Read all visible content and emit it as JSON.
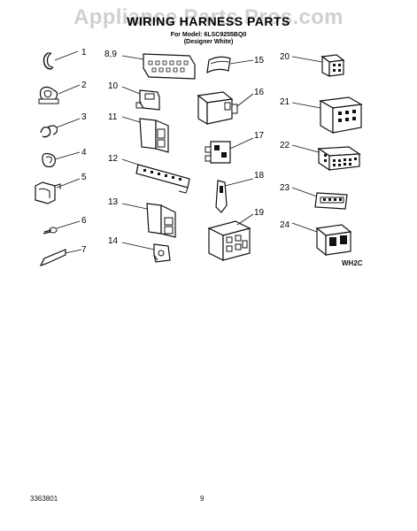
{
  "watermark": "Appliance Parts Pros.com",
  "title": "WIRING HARNESS PARTS",
  "subtitle_model": "For Model: 6LSC9255BQ0",
  "subtitle_color": "(Designer White)",
  "callouts": [
    "1",
    "2",
    "3",
    "4",
    "5",
    "6",
    "7",
    "8,9",
    "10",
    "11",
    "12",
    "13",
    "14",
    "15",
    "16",
    "17",
    "18",
    "19",
    "20",
    "21",
    "22",
    "23",
    "24"
  ],
  "code": "WH2C",
  "doc_number": "3363801",
  "page_number": "9"
}
